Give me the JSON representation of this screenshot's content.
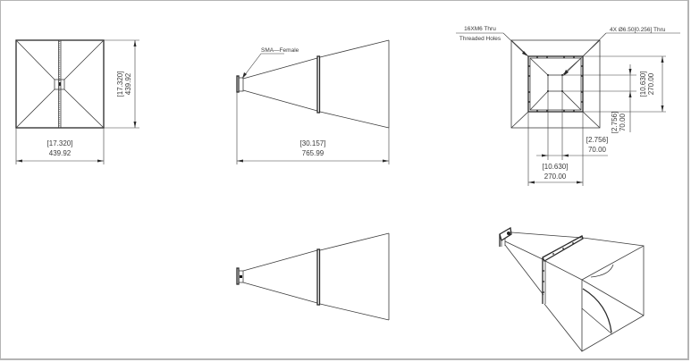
{
  "drawing": {
    "front_view": {
      "width_dim_inch": "[17.320]",
      "width_dim_mm": "439.92",
      "height_dim_inch": "[17.320]",
      "height_dim_mm": "439.92"
    },
    "side_view": {
      "connector_label": "SMA—Female",
      "length_dim_inch": "[30.157]",
      "length_dim_mm": "765.99"
    },
    "rear_view": {
      "callout_left_line1": "16XM6 Thru",
      "callout_left_line2": "Threaded Holes",
      "callout_right": "4X  Ø6.50[0.256] Thru",
      "flange_height_inch": "[10.630]",
      "flange_height_mm": "270.00",
      "bolt_height_inch": "[2.756]",
      "bolt_height_mm": "70.00",
      "bolt_width_inch": "[2.756]",
      "bolt_width_mm": "70.00",
      "flange_width_inch": "[10.630]",
      "flange_width_mm": "270.00"
    },
    "bottom_view": {},
    "isometric_view": {}
  },
  "colors": {
    "line": "#3c3c3c",
    "border": "#b4b4b4",
    "background": "#ffffff"
  }
}
